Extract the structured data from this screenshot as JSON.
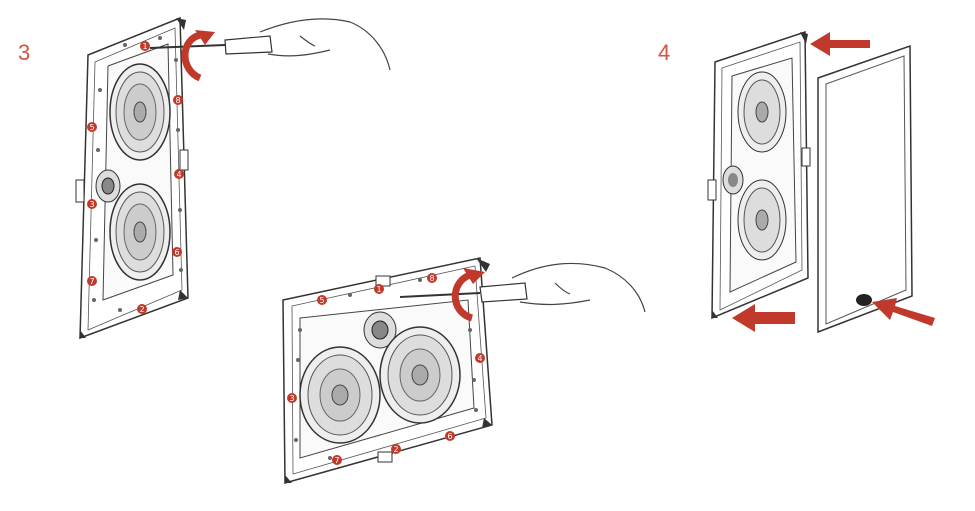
{
  "steps": {
    "step3": "3",
    "step4": "4"
  },
  "screw_labels": {
    "vertical": [
      "1",
      "2",
      "3",
      "4",
      "5",
      "6",
      "7",
      "8"
    ],
    "horizontal": [
      "1",
      "2",
      "3",
      "4",
      "5",
      "6",
      "7",
      "8"
    ]
  },
  "colors": {
    "accent": "#c0392b",
    "step_number": "#d2553f",
    "line": "#333333"
  },
  "icons": [
    "rotate-arrow-icon",
    "screwdriver-icon",
    "hand-icon",
    "push-arrow-icon"
  ]
}
